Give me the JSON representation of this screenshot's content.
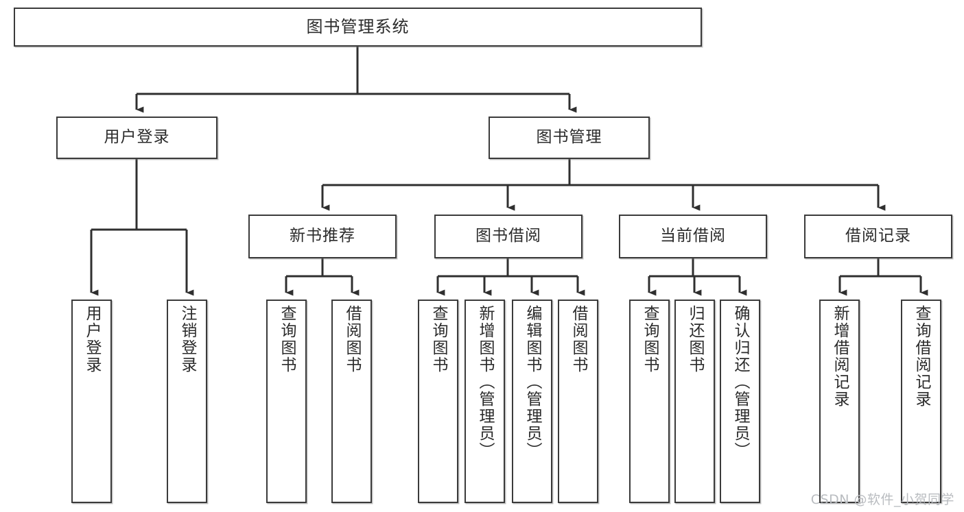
{
  "diagram": {
    "title": "图书管理系统",
    "type": "hierarchy-tree",
    "watermark": "CSDN @软件_小贺同学",
    "colors": {
      "box_border": "#3a3a3a",
      "box_fill": "#ffffff",
      "connector": "#2f2f2f",
      "text": "#2b2b2b",
      "watermark": "#b9bcc0",
      "background": "#ffffff"
    },
    "levels": {
      "level0": [
        {
          "id": "root",
          "label": "图书管理系统",
          "orientation": "horizontal"
        }
      ],
      "level1": [
        {
          "id": "user-login",
          "label": "用户登录",
          "orientation": "horizontal"
        },
        {
          "id": "book-manage",
          "label": "图书管理",
          "orientation": "horizontal"
        }
      ],
      "level2": [
        {
          "id": "new-book-recommend",
          "label": "新书推荐",
          "orientation": "horizontal",
          "parent": "book-manage"
        },
        {
          "id": "book-borrow",
          "label": "图书借阅",
          "orientation": "horizontal",
          "parent": "book-manage"
        },
        {
          "id": "current-borrow",
          "label": "当前借阅",
          "orientation": "horizontal",
          "parent": "book-manage"
        },
        {
          "id": "borrow-record",
          "label": "借阅记录",
          "orientation": "horizontal",
          "parent": "book-manage"
        }
      ],
      "level3": [
        {
          "id": "leaf-user-login",
          "label": "用户登录",
          "orientation": "vertical",
          "parent": "user-login"
        },
        {
          "id": "leaf-logout-login",
          "label": "注销登录",
          "orientation": "vertical",
          "parent": "user-login"
        },
        {
          "id": "leaf-query-book-1",
          "label": "查询图书",
          "orientation": "vertical",
          "parent": "new-book-recommend"
        },
        {
          "id": "leaf-borrow-book-1",
          "label": "借阅图书",
          "orientation": "vertical",
          "parent": "new-book-recommend"
        },
        {
          "id": "leaf-query-book-2",
          "label": "查询图书",
          "orientation": "vertical",
          "parent": "book-borrow"
        },
        {
          "id": "leaf-add-book",
          "label": "新增图书（管理员）",
          "orientation": "vertical",
          "parent": "book-borrow"
        },
        {
          "id": "leaf-edit-book",
          "label": "编辑图书（管理员）",
          "orientation": "vertical",
          "parent": "book-borrow"
        },
        {
          "id": "leaf-borrow-book-2",
          "label": "借阅图书",
          "orientation": "vertical",
          "parent": "book-borrow"
        },
        {
          "id": "leaf-query-book-3",
          "label": "查询图书",
          "orientation": "vertical",
          "parent": "current-borrow"
        },
        {
          "id": "leaf-return-book",
          "label": "归还图书",
          "orientation": "vertical",
          "parent": "current-borrow"
        },
        {
          "id": "leaf-confirm-return",
          "label": "确认归还（管理员）",
          "orientation": "vertical",
          "parent": "current-borrow"
        },
        {
          "id": "leaf-add-record",
          "label": "新增借阅记录",
          "orientation": "vertical",
          "parent": "borrow-record"
        },
        {
          "id": "leaf-query-record",
          "label": "查询借阅记录",
          "orientation": "vertical",
          "parent": "borrow-record"
        }
      ]
    }
  }
}
